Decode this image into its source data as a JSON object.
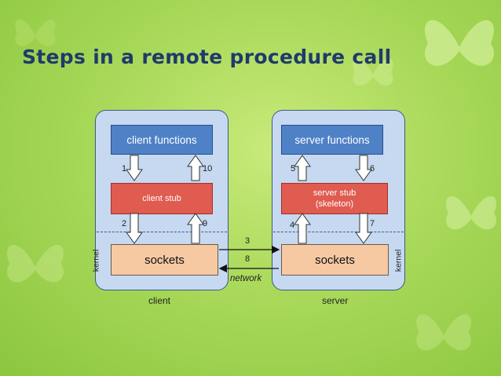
{
  "slide": {
    "title": "Steps in a remote procedure call"
  },
  "diagram": {
    "client": {
      "functions": "client functions",
      "stub": "client stub",
      "sockets": "sockets",
      "kernel": "kernel",
      "caption": "client"
    },
    "server": {
      "functions": "server functions",
      "stub_line1": "server stub",
      "stub_line2": "(skeleton)",
      "sockets": "sockets",
      "kernel": "kernel",
      "caption": "server"
    },
    "network_label": "network",
    "steps": [
      "1",
      "2",
      "3",
      "4",
      "5",
      "6",
      "7",
      "8",
      "9",
      "10"
    ]
  },
  "colors": {
    "panel": "#c6d9f1",
    "functions_box": "#4f81c7",
    "stub_box": "#e05b50",
    "sockets_box": "#f6c9a3",
    "title": "#1f3a6b"
  }
}
